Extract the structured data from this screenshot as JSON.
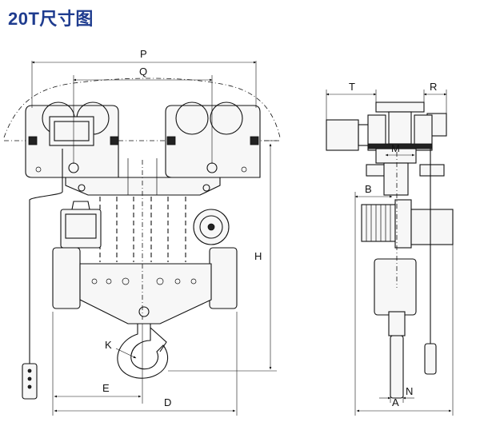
{
  "title": "20T尺寸图",
  "front_view": {
    "dim_labels": {
      "P": "P",
      "Q": "Q",
      "H": "H",
      "K": "K",
      "E": "E",
      "D": "D"
    }
  },
  "side_view": {
    "dim_labels": {
      "T": "T",
      "R": "R",
      "M": "M",
      "B": "B",
      "N": "N",
      "A": "A"
    }
  }
}
